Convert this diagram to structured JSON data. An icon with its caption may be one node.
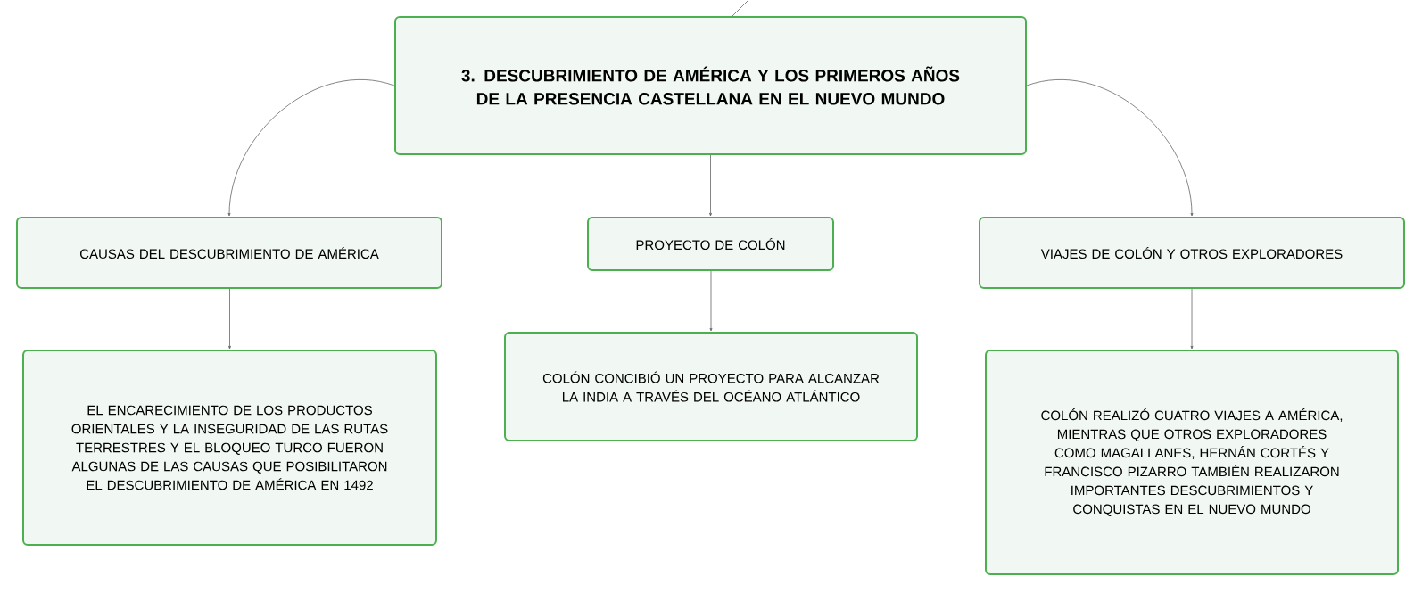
{
  "diagram": {
    "nodes": [
      {
        "text": [
          "3. DESCUBRIMIENTO DE AMÉRICA Y LOS PRIMEROS AÑOS DE LA PRESENCIA CASTELLANA EN EL NUEVO MUNDO"
        ]
      },
      {
        "text": [
          "CAUSAS DEL DESCUBRIMIENTO DE AMÉRICA"
        ]
      },
      {
        "text": [
          "PROYECTO DE COLÓN"
        ]
      },
      {
        "text": [
          "VIAJES DE COLÓN Y OTROS EXPLORADORES"
        ]
      },
      {
        "text": [
          "EL ENCARECIMIENTO DE LOS PRODUCTOS ORIENTALES Y LA INSEGURIDAD DE LAS RUTAS TERRESTRES Y EL BLOQUEO TURCO FUERON ALGUNAS DE LAS CAUSAS QUE POSIBILITARON EL DESCUBRIMIENTO DE AMÉRICA EN 1492"
        ]
      },
      {
        "text": [
          "COLÓN CONCIBIÓ UN PROYECTO PARA ALCANZAR LA INDIA A TRAVÉS DEL OCÉANO ATLÁNTICO"
        ]
      },
      {
        "text": [
          "COLÓN REALIZÓ CUATRO VIAJES A AMÉRICA, MIENTRAS QUE OTROS EXPLORADORES COMO MAGALLANES, HERNÁN CORTÉS Y FRANCISCO PIZARRO TAMBIÉN REALIZARON IMPORTANTES DESCUBRIMIENTOS Y CONQUISTAS EN EL NUEVO MUNDO"
        ]
      }
    ],
    "edges": [
      {
        "from": null,
        "to": 0,
        "arrow": "none"
      },
      {
        "from": 0,
        "to": 1,
        "arrow": "to"
      },
      {
        "from": 0,
        "to": 2,
        "arrow": "to"
      },
      {
        "from": 0,
        "to": 3,
        "arrow": "to"
      },
      {
        "from": 1,
        "to": 4,
        "arrow": "to"
      },
      {
        "from": 2,
        "to": 5,
        "arrow": "to"
      },
      {
        "from": 3,
        "to": 6,
        "arrow": "to"
      }
    ]
  }
}
